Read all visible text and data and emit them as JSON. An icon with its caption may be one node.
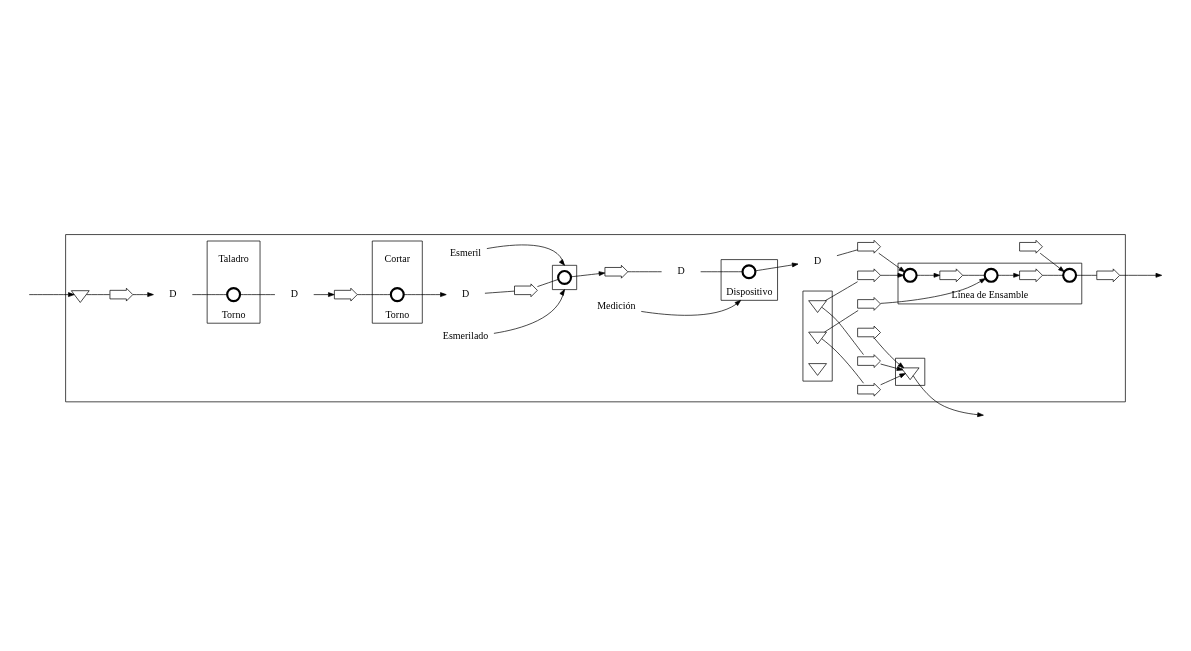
{
  "diagram": {
    "nodes": [
      {
        "text": [],
        "shape": "box"
      },
      {
        "text": [],
        "shape": "triangle",
        "in": 0
      },
      {
        "text": [],
        "shape": "arrow",
        "in": 0
      },
      {
        "text": [
          "D"
        ],
        "in": 0
      },
      {
        "text": [
          "Torno"
        ],
        "beside": [
          "Taladro"
        ],
        "in": 0
      },
      {
        "text": [],
        "shape": "circle",
        "in": 4
      },
      {
        "text": [
          "D"
        ],
        "in": 0
      },
      {
        "text": [],
        "shape": "arrow",
        "in": 0
      },
      {
        "text": [
          "Dispositivo"
        ],
        "in": 0
      },
      {
        "text": [],
        "shape": "circle",
        "in": 8
      },
      {
        "text": [
          "Línea de Ensamble"
        ],
        "in": 0
      },
      {
        "text": [],
        "shape": "circle",
        "in": 10
      },
      {
        "text": [],
        "shape": "arrow",
        "in": 10
      },
      {
        "text": [],
        "shape": "circle",
        "in": 10
      },
      {
        "text": [],
        "shape": "arrow",
        "in": 10
      },
      {
        "text": [],
        "shape": "circle",
        "in": 10
      },
      {
        "text": [],
        "shape": "box",
        "in": 0
      },
      {
        "text": [],
        "shape": "triangle",
        "in": 16
      },
      {
        "text": [],
        "shape": "triangle",
        "in": 16
      },
      {
        "text": [],
        "shape": "triangle",
        "in": 16
      },
      {
        "text": [],
        "shape": "arrow",
        "in": 0
      },
      {
        "text": [],
        "shape": "arrow",
        "in": 0
      },
      {
        "text": [],
        "shape": "arrow",
        "in": 0
      },
      {
        "text": [],
        "shape": "arrow",
        "in": 0
      },
      {
        "text": [],
        "shape": "arrow",
        "in": 0
      },
      {
        "text": [],
        "shape": "arrow",
        "in": 0
      },
      {
        "text": [
          "D"
        ],
        "in": 0
      },
      {
        "text": [],
        "shape": "arrow",
        "in": 0
      },
      {
        "text": [
          "Medición"
        ],
        "in": 0
      },
      {
        "text": [
          "D"
        ],
        "in": 0
      },
      {
        "text": [],
        "shape": "arrow",
        "in": 0
      },
      {
        "text": [
          "Esmeril"
        ],
        "in": 0
      },
      {
        "text": [
          "Torno"
        ],
        "beside": [
          "Cortar"
        ],
        "in": 0
      },
      {
        "text": [],
        "shape": "circle",
        "in": 32
      },
      {
        "text": [
          "D"
        ],
        "in": 0
      },
      {
        "text": [],
        "shape": "arrow",
        "in": 0
      },
      {
        "text": [],
        "shape": "box",
        "in": 0
      },
      {
        "text": [],
        "shape": "circle",
        "in": 36
      },
      {
        "text": [],
        "shape": "arrow",
        "in": 0
      },
      {
        "text": [
          "Esmerilado"
        ],
        "in": 0
      },
      {
        "text": [],
        "shape": "box",
        "in": 0
      },
      {
        "text": [],
        "shape": "triangle",
        "in": 40
      }
    ],
    "edges": [
      {
        "from": null,
        "to": 1,
        "arrow": "to"
      },
      {
        "from": 1,
        "to": 2,
        "arrow": "none"
      },
      {
        "from": 2,
        "to": 3,
        "arrow": "to"
      },
      {
        "from": 3,
        "to": 5,
        "arrow": "none"
      },
      {
        "from": 5,
        "to": 26,
        "arrow": "none"
      },
      {
        "from": 26,
        "to": 27,
        "arrow": "to"
      },
      {
        "from": 27,
        "to": 33,
        "arrow": "none"
      },
      {
        "from": 33,
        "to": 34,
        "arrow": "to"
      },
      {
        "from": 34,
        "to": 35,
        "arrow": "none"
      },
      {
        "from": 35,
        "to": 37,
        "arrow": "none"
      },
      {
        "from": 37,
        "to": 30,
        "arrow": "to"
      },
      {
        "from": 30,
        "to": 29,
        "arrow": "none"
      },
      {
        "from": 29,
        "to": 9,
        "arrow": "none"
      },
      {
        "from": 9,
        "to": 6,
        "arrow": "to"
      },
      {
        "from": 6,
        "to": 7,
        "arrow": "none"
      },
      {
        "from": 7,
        "to": 11,
        "arrow": "to"
      },
      {
        "from": 11,
        "to": 12,
        "arrow": "to"
      },
      {
        "from": 12,
        "to": 13,
        "arrow": "none"
      },
      {
        "from": 13,
        "to": 14,
        "arrow": "to"
      },
      {
        "from": 14,
        "to": 15,
        "arrow": "none"
      },
      {
        "from": 17,
        "to": 20,
        "arrow": "none"
      },
      {
        "from": 20,
        "to": 11,
        "arrow": "to"
      },
      {
        "from": 18,
        "to": 21,
        "arrow": "none"
      },
      {
        "from": 21,
        "to": 13,
        "arrow": "to"
      },
      {
        "from": 22,
        "to": 15,
        "arrow": "to"
      },
      {
        "from": 17,
        "to": 23,
        "arrow": "none"
      },
      {
        "from": 23,
        "to": 41,
        "arrow": "to"
      },
      {
        "from": 18,
        "to": 24,
        "arrow": "none"
      },
      {
        "from": 24,
        "to": 41,
        "arrow": "to"
      },
      {
        "from": 25,
        "to": 41,
        "arrow": "to"
      },
      {
        "from": 15,
        "to": 38,
        "arrow": "none"
      },
      {
        "from": 38,
        "to": null,
        "arrow": "to"
      },
      {
        "from": 41,
        "to": null,
        "arrow": "to"
      },
      {
        "from": 28,
        "to": 8,
        "arrow": "to"
      },
      {
        "from": 39,
        "to": 36,
        "arrow": "to"
      },
      {
        "from": 31,
        "to": 36,
        "arrow": "to"
      }
    ]
  }
}
